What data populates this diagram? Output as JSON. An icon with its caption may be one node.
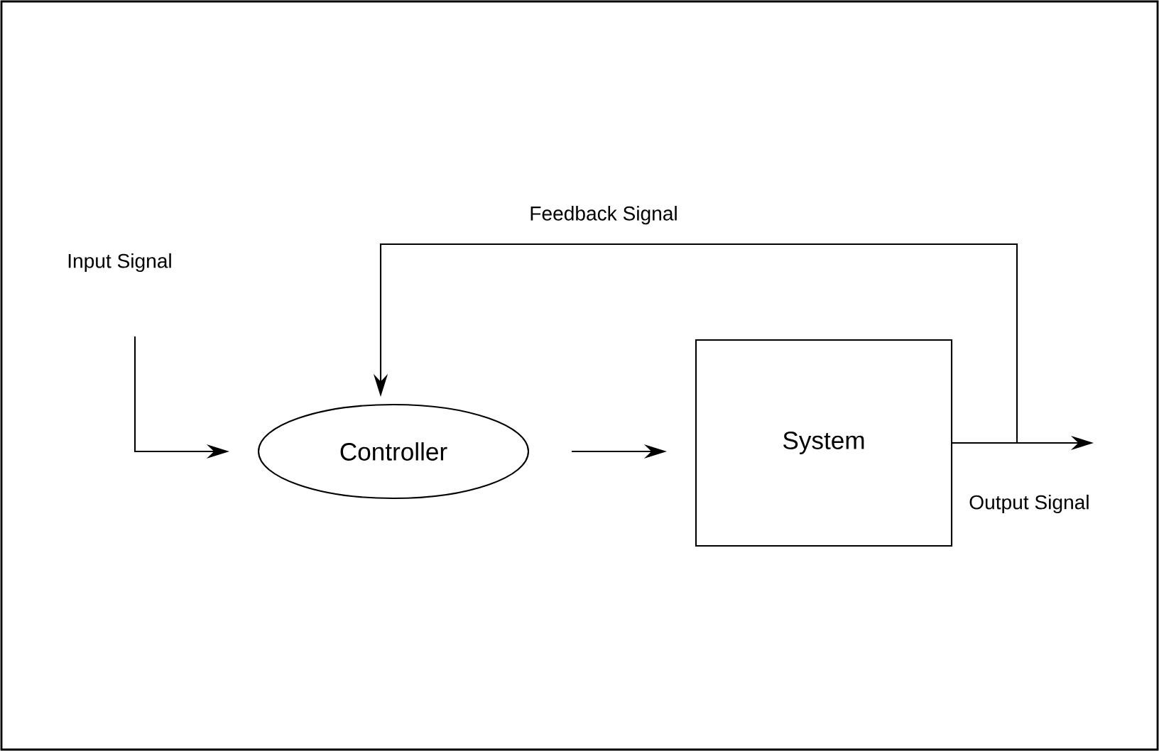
{
  "diagram": {
    "nodes": [
      {
        "text": [
          "Controller"
        ]
      },
      {
        "text": [
          "System"
        ]
      }
    ],
    "edges": [
      {
        "from": null,
        "to": 0,
        "arrow": "to"
      },
      {
        "from": 0,
        "to": 1,
        "arrow": "to"
      },
      {
        "from": 1,
        "to": null,
        "arrow": "to"
      },
      {
        "from": 1,
        "to": 0,
        "arrow": "to",
        "label": "Feedback Signal"
      }
    ],
    "labels": [
      "Input Signal",
      "Output Signal"
    ]
  }
}
